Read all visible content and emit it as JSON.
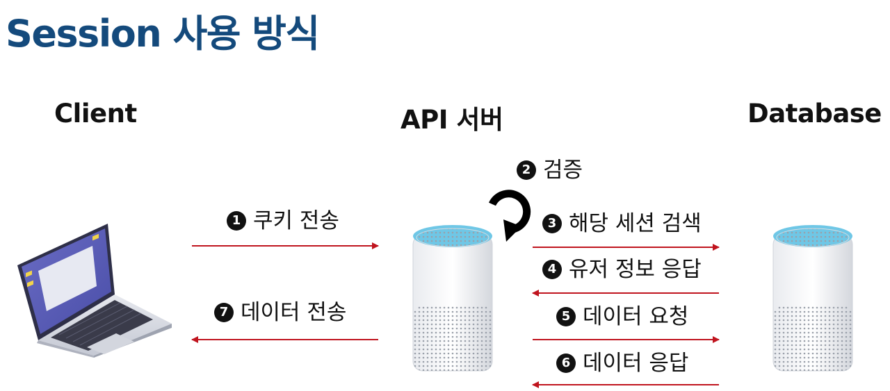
{
  "title": "Session 사용 방식",
  "columns": {
    "client": "Client",
    "api_server": "API 서버",
    "database": "Database"
  },
  "steps": [
    {
      "num": "1",
      "text": "쿠키 전송",
      "direction": "client-to-server"
    },
    {
      "num": "2",
      "text": "검증",
      "direction": "self-loop"
    },
    {
      "num": "3",
      "text": "해당 세션 검색",
      "direction": "server-to-database"
    },
    {
      "num": "4",
      "text": "유저 정보 응답",
      "direction": "database-to-server"
    },
    {
      "num": "5",
      "text": "데이터 요청",
      "direction": "server-to-database"
    },
    {
      "num": "6",
      "text": "데이터 응답",
      "direction": "database-to-server"
    },
    {
      "num": "7",
      "text": "데이터 전송",
      "direction": "server-to-client"
    }
  ],
  "colors": {
    "title": "#144a7c",
    "arrow": "#c0141e"
  },
  "icons": [
    "laptop-icon",
    "server-icon",
    "database-server-icon",
    "loop-arrow-icon"
  ]
}
